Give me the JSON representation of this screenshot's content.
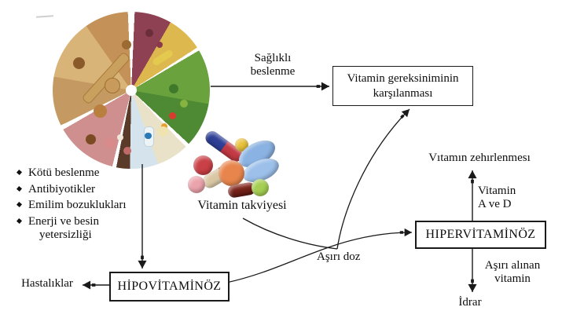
{
  "colors": {
    "line": "#1a1a1a",
    "text": "#0d0d0d",
    "box_background": "#ffffff",
    "wheel_sectors": [
      "#8d4152",
      "#ddb84e",
      "#6aa23e",
      "#e9e2c8",
      "#d5e4ec",
      "#cf8f8f",
      "#c59a62"
    ],
    "pills_palette": [
      "#2e3f96",
      "#c23a44",
      "#e9c23a",
      "#8ab2e2",
      "#c94046",
      "#e8854c",
      "#eba3ac",
      "#d9c7a4",
      "#7a241c",
      "#a4cf52"
    ]
  },
  "top_flow": {
    "healthy_line1": "Sağlıklı",
    "healthy_line2": "beslenme",
    "requirement_line1": "Vitamin gereksiniminin",
    "requirement_line2": "karşılanması"
  },
  "supplement": {
    "caption": "Vitamin takviyesi"
  },
  "causes": {
    "items": [
      "Kötü beslenme",
      "Antibiyotikler",
      "Emilim bozuklukları",
      "Enerji ve besin yetersizliği"
    ]
  },
  "hypo": {
    "box_label": "HİPOVİTAMİNÖZ",
    "result_label": "Hastalıklar"
  },
  "overdose": {
    "label": "Aşırı doz"
  },
  "hyper": {
    "box_label": "HIPERVİTAMİNÖZ",
    "toxicity_label": "Vıtamın zehırlenmesı",
    "vitamins_line1": "Vitamin",
    "vitamins_line2": "A ve D",
    "excess_line1": "Aşırı alınan",
    "excess_line2": "vitamin",
    "excretion_label": "İdrar"
  }
}
